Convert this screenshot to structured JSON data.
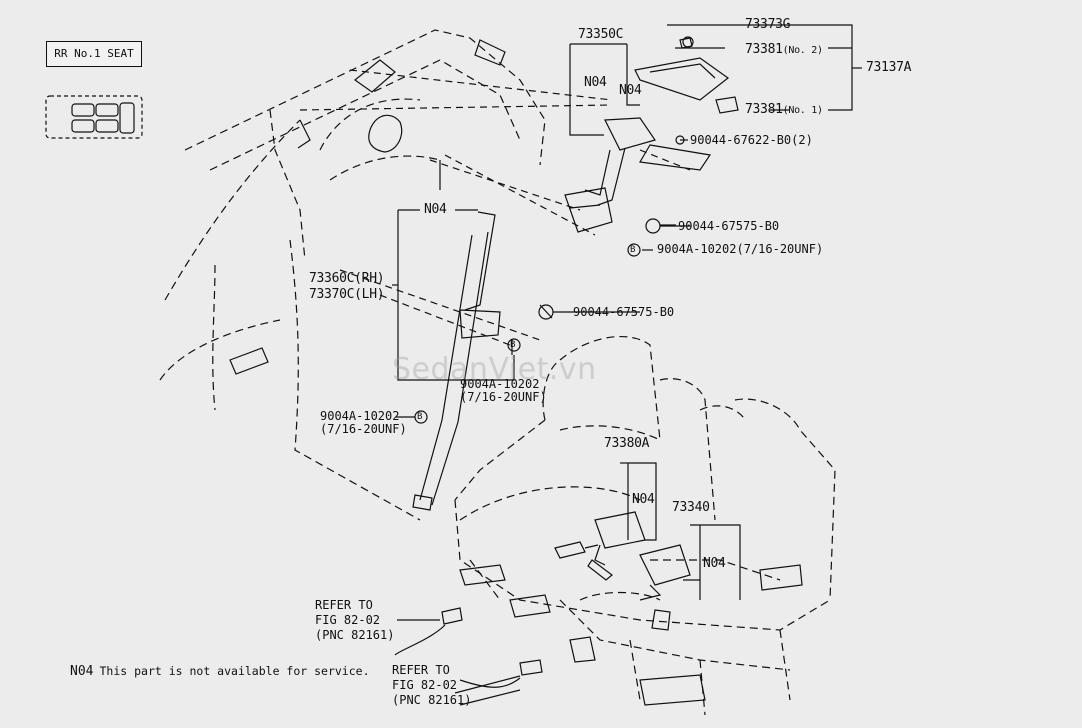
{
  "header": {
    "seat_label": "RR No.1 SEAT"
  },
  "watermark": "SedanViet.vn",
  "note": {
    "code": "N04",
    "text": "This part is not available for service."
  },
  "callouts": {
    "assembly_73137a": "73137A",
    "part_73373g": "73373G",
    "part_73381_no2": "73381",
    "part_73381_no2_suffix": "(No. 2)",
    "part_73381_no1": "73381",
    "part_73381_no1_suffix": "(No. 1)",
    "part_73350c": "73350C",
    "n04_a": "N04",
    "n04_b": "N04",
    "bolt_90044_67622": "90044-67622-B0(2)",
    "bolt_90044_67575_top": "90044-67575-B0",
    "bolt_9004a_top": "9004A-10202(7/16-20UNF)",
    "n04_c": "N04",
    "part_73360c": "73360C(RH)",
    "part_73370c": "73370C(LH)",
    "bolt_90044_67575_mid": "90044-67575-B0",
    "bolt_9004a_mid_line1": "9004A-10202",
    "bolt_9004a_mid_line2": "(7/16-20UNF)",
    "bolt_9004a_left_line1": "9004A-10202",
    "bolt_9004a_left_line2": "(7/16-20UNF)",
    "part_73380a": "73380A",
    "n04_d": "N04",
    "part_73340": "73340",
    "n04_e": "N04",
    "refer1_line1": "REFER TO",
    "refer1_line2": "FIG 82-02",
    "refer1_line3": "(PNC 82161)",
    "refer2_line1": "REFER TO",
    "refer2_line2": "FIG 82-02",
    "refer2_line3": "(PNC 82161)",
    "marker_b": "B"
  }
}
